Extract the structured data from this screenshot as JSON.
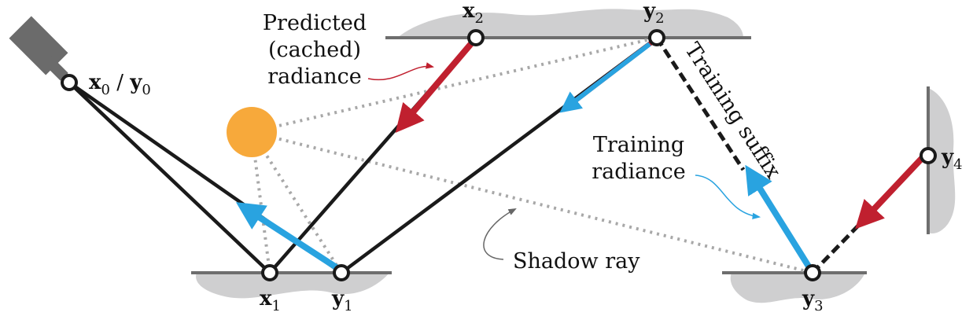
{
  "labels": {
    "x0y0_a": "x",
    "x0y0_a_sub": "0",
    "x0y0_sep": " / ",
    "x0y0_b": "y",
    "x0y0_b_sub": "0",
    "x1": "x",
    "x1_sub": "1",
    "y1": "y",
    "y1_sub": "1",
    "x2": "x",
    "x2_sub": "2",
    "y2": "y",
    "y2_sub": "2",
    "y3": "y",
    "y3_sub": "3",
    "y4": "y",
    "y4_sub": "4"
  },
  "annotations": {
    "predicted_line1": "Predicted",
    "predicted_line2": "(cached)",
    "predicted_line3": "radiance",
    "training_radiance_line1": "Training",
    "training_radiance_line2": "radiance",
    "training_suffix": "Training suffix",
    "shadow_ray": "Shadow ray"
  },
  "colors": {
    "path": "#1a1a1a",
    "training_radiance": "#29a3e0",
    "cached_radiance": "#c0202f",
    "shadow_ray": "#a8a8a8",
    "surface": "#cfcfd0",
    "light": "#f7a93b",
    "camera": "#6b6b6b"
  }
}
